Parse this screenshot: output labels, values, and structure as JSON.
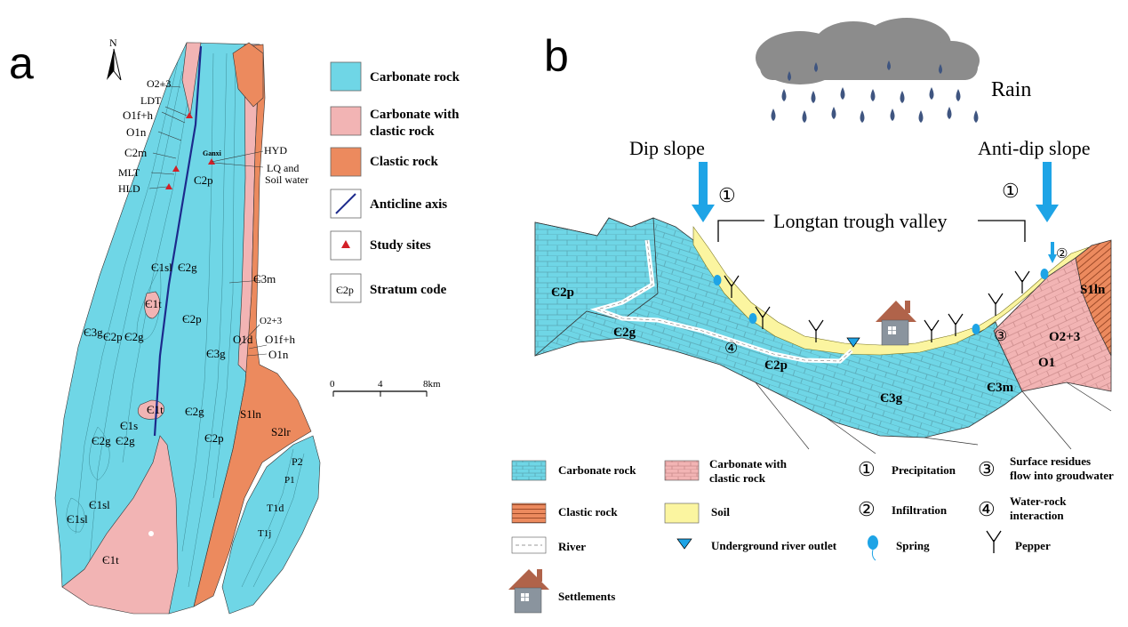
{
  "panel_a": {
    "label": "a",
    "north": "N",
    "site_labels": {
      "o23_top": "O2+3",
      "ldt": "LDT",
      "o1fh_top": "O1f+h",
      "o1n_top": "O1n",
      "c2m": "C2m",
      "mlt": "MLT",
      "hld": "HLD",
      "ganxi": "Ganxi",
      "hyd": "HYD",
      "lq1": "LQ and",
      "lq2": "Soil water",
      "c2p_top": "C2p",
      "e3m": "Є3m",
      "o23_mid": "O2+3",
      "o1d": "O1d",
      "o1fh_mid": "O1f+h",
      "o1n_mid": "O1n",
      "s1ln": "S1ln",
      "s2lr": "S2lr",
      "p2": "P2",
      "p1": "P1",
      "t1d": "T1d",
      "t1j": "T1j"
    },
    "strata": {
      "e1sl_a": "Є1sl",
      "e2g_a": "Є2g",
      "e1t_a": "Є1t",
      "e2p_a": "Є2p",
      "e3g_a": "Є3g",
      "e2p_b": "Є2p",
      "e2g_b": "Є2g",
      "e3g_b": "Є3g",
      "e1t_b": "Є1t",
      "e1s_b": "Є1s",
      "e2g_c": "Є2g",
      "e2g_d": "Є2g",
      "e2g_e": "Є2g",
      "e2p_c": "Є2p",
      "e1sl_b": "Є1sl",
      "e1sl_c": "Є1sl",
      "e1t_c": "Є1t"
    },
    "scale": {
      "v0": "0",
      "v1": "4",
      "v2": "8km"
    },
    "legend": [
      {
        "label": "Carbonate rock",
        "color": "#6fd6e6"
      },
      {
        "label": "Carbonate with",
        "label2": "clastic rock",
        "color": "#f2b4b4"
      },
      {
        "label": "Clastic rock",
        "color": "#ec8a5e"
      },
      {
        "label": "Anticline axis"
      },
      {
        "label": "Study sites"
      },
      {
        "label": "Stratum code",
        "box": "Є2p"
      }
    ]
  },
  "panel_b": {
    "label": "b",
    "rain": "Rain",
    "dip": "Dip slope",
    "antidip": "Anti-dip slope",
    "valley": "Longtan trough valley",
    "num1": "①",
    "num1b": "①",
    "num2": "②",
    "num3": "③",
    "num4": "④",
    "units": {
      "u1": "Є2p",
      "u2": "Є2g",
      "u3": "Є2p",
      "u4": "Є3g",
      "u5": "Є3m",
      "u6": "O1",
      "u7": "O2+3",
      "u8": "S1ln"
    },
    "legend": {
      "carbonate": "Carbonate rock",
      "carbclastic": "Carbonate with",
      "carbclastic2": "clastic rock",
      "precip": "Precipitation",
      "surface1": "Surface residues",
      "surface2": "flow into groudwater",
      "clastic": "Clastic rock",
      "soil": "Soil",
      "infil": "Infiltration",
      "wr1": "Water-rock",
      "wr2": "interaction",
      "river": "River",
      "outlet": "Underground river outlet",
      "spring": "Spring",
      "pepper": "Pepper",
      "settle": "Settlements",
      "n1": "①",
      "n2": "②",
      "n3": "③",
      "n4": "④"
    }
  },
  "colors": {
    "carbonate": "#6fd6e6",
    "carb_clastic": "#f2b4b4",
    "clastic": "#ec8a5e",
    "soil": "#fbf5a0",
    "axis": "#1c2a8c",
    "arrow": "#1ea4e6",
    "cloud": "#8c8c8c",
    "drop": "#3f5580",
    "house_roof": "#b0634a",
    "house_wall": "#8a949e"
  }
}
